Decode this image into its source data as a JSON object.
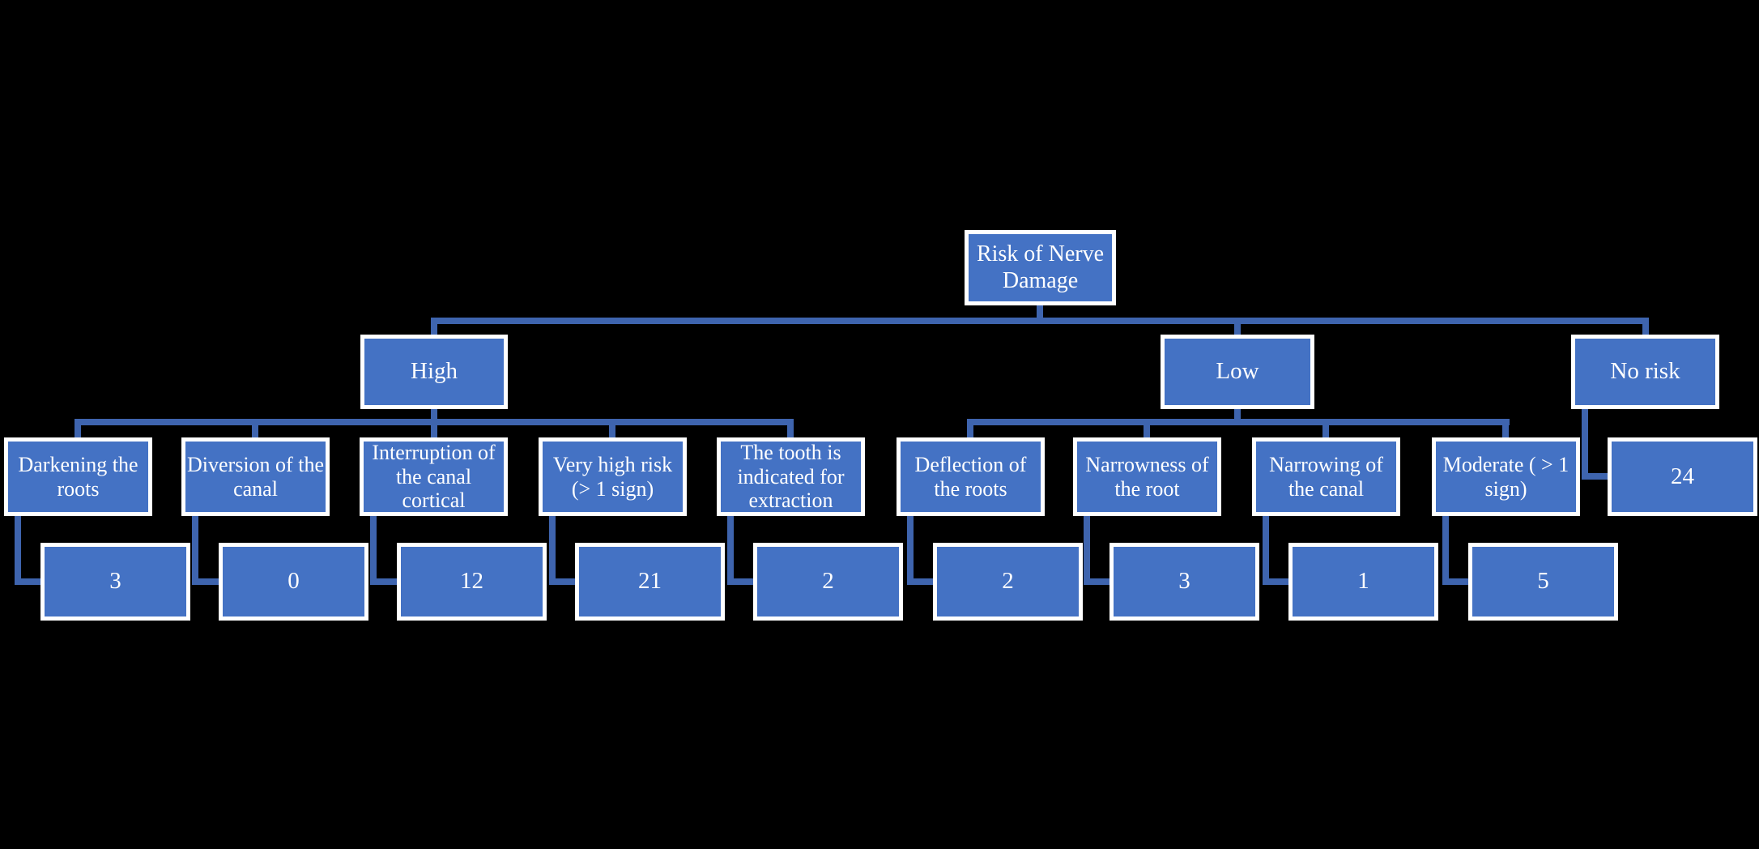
{
  "diagram": {
    "title": "Risk of Nerve Damage",
    "root": {
      "label": "Risk of Nerve Damage"
    },
    "branches": [
      {
        "label": "High",
        "children": [
          {
            "label": "Darkening the roots",
            "value": "3"
          },
          {
            "label": "Diversion of the canal",
            "value": "0"
          },
          {
            "label": "Interruption of the canal cortical",
            "value": "12"
          },
          {
            "label": "Very high risk (> 1 sign)",
            "value": "21"
          },
          {
            "label": "The tooth is indicated for extraction",
            "value": "2"
          }
        ]
      },
      {
        "label": "Low",
        "children": [
          {
            "label": "Deflection of the roots",
            "value": "2"
          },
          {
            "label": "Narrowness of the root",
            "value": "3"
          },
          {
            "label": "Narrowing of the canal",
            "value": "1"
          },
          {
            "label": "Moderate ( > 1 sign)",
            "value": "5"
          }
        ]
      },
      {
        "label": "No risk",
        "value": "24"
      }
    ],
    "colors": {
      "node_fill": "#4472C4",
      "node_border": "#FFFFFF",
      "connector": "#3E64AE",
      "background": "#000000",
      "text": "#FFFFFF"
    }
  }
}
